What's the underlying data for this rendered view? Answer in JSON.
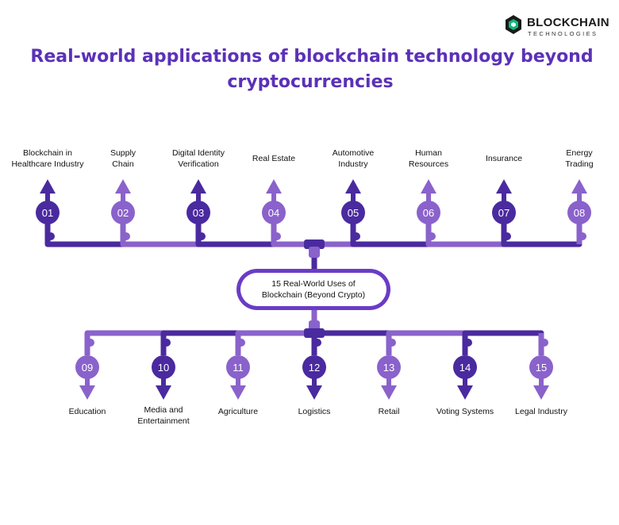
{
  "brand": {
    "name": "BLOCKCHAIN",
    "tagline": "TECHNOLOGIES",
    "colors": {
      "accent_green": "#13b57a",
      "dark": "#1a1a1a"
    }
  },
  "title": {
    "line1": "Real-world applications of blockchain technology beyond",
    "line2": "cryptocurrencies"
  },
  "hub": {
    "line1": "15 Real-World Uses of",
    "line2": "Blockchain (Beyond Crypto)"
  },
  "colors": {
    "dark_purple": "#4a2a9f",
    "light_purple": "#8a62cb",
    "title_purple": "#5b31b8"
  },
  "top_items": [
    {
      "number": "01",
      "label_lines": [
        "Blockchain in",
        "Healthcare Industry"
      ]
    },
    {
      "number": "02",
      "label_lines": [
        "Supply",
        "Chain"
      ]
    },
    {
      "number": "03",
      "label_lines": [
        "Digital Identity",
        "Verification"
      ]
    },
    {
      "number": "04",
      "label_lines": [
        "Real Estate"
      ]
    },
    {
      "number": "05",
      "label_lines": [
        "Automotive",
        "Industry"
      ]
    },
    {
      "number": "06",
      "label_lines": [
        "Human",
        "Resources"
      ]
    },
    {
      "number": "07",
      "label_lines": [
        "Insurance"
      ]
    },
    {
      "number": "08",
      "label_lines": [
        "Energy",
        "Trading"
      ]
    }
  ],
  "bottom_items": [
    {
      "number": "09",
      "label_lines": [
        "Education"
      ]
    },
    {
      "number": "10",
      "label_lines": [
        "Media and",
        "Entertainment"
      ]
    },
    {
      "number": "11",
      "label_lines": [
        "Agriculture"
      ]
    },
    {
      "number": "12",
      "label_lines": [
        "Logistics"
      ]
    },
    {
      "number": "13",
      "label_lines": [
        "Retail"
      ]
    },
    {
      "number": "14",
      "label_lines": [
        "Voting Systems"
      ]
    },
    {
      "number": "15",
      "label_lines": [
        "Legal Industry"
      ]
    }
  ]
}
